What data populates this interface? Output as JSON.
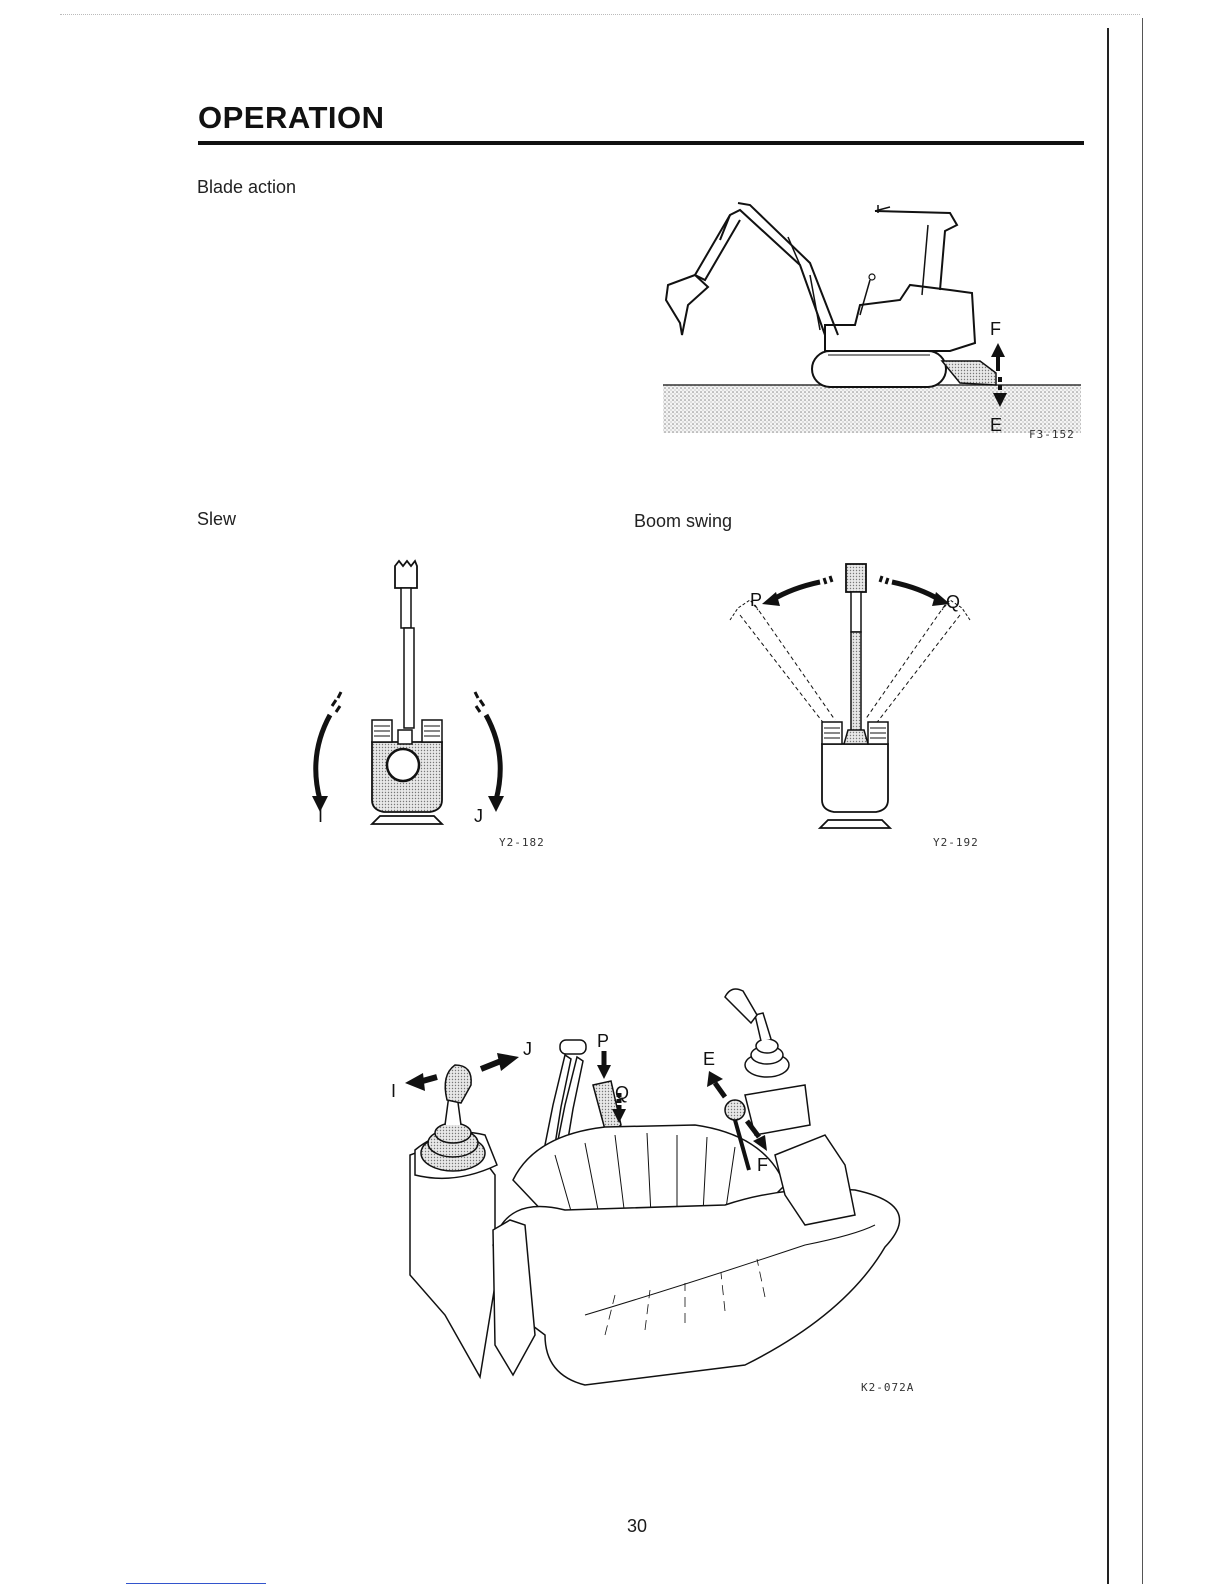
{
  "page": {
    "title": "OPERATION",
    "page_number": "30"
  },
  "blade_action": {
    "heading": "Blade action",
    "labels": {
      "up": "F",
      "down": "E"
    },
    "figure_code": "F3-152"
  },
  "slew": {
    "heading": "Slew",
    "labels": {
      "left": "I",
      "right": "J"
    },
    "figure_code": "Y2-182"
  },
  "boom_swing": {
    "heading": "Boom swing",
    "labels": {
      "left": "P",
      "right": "Q"
    },
    "figure_code": "Y2-192"
  },
  "controls": {
    "labels": {
      "i": "I",
      "j": "J",
      "p": "P",
      "q": "Q",
      "e": "E",
      "f": "F"
    },
    "figure_code": "K2-072A"
  }
}
